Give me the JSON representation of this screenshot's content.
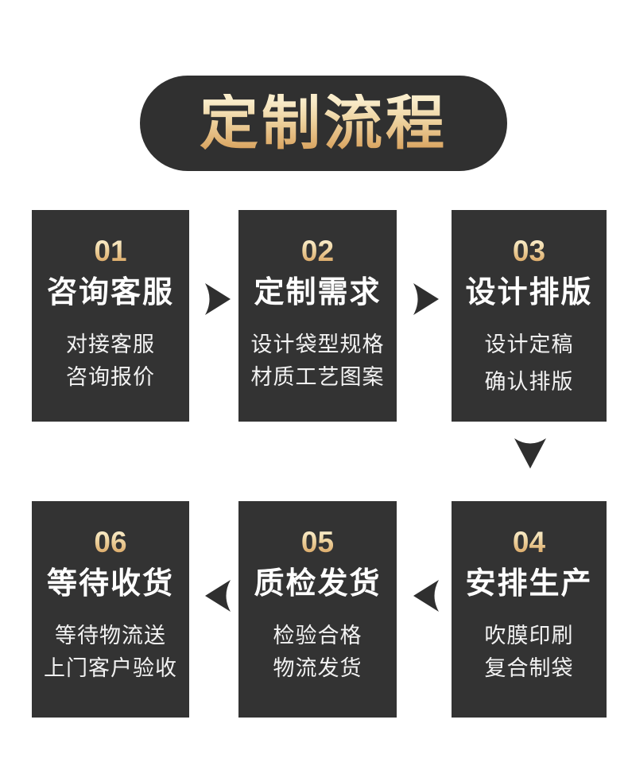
{
  "header": {
    "title": "定制流程"
  },
  "steps": [
    {
      "number": "01",
      "title": "咨询客服",
      "lines": [
        "对接客服",
        "咨询报价"
      ]
    },
    {
      "number": "02",
      "title": "定制需求",
      "lines": [
        "设计袋型规格",
        "材质工艺图案"
      ]
    },
    {
      "number": "03",
      "title": "设计排版",
      "lines": [
        "设计定稿",
        "确认排版"
      ]
    },
    {
      "number": "04",
      "title": "安排生产",
      "lines": [
        "吹膜印刷",
        "复合制袋"
      ]
    },
    {
      "number": "05",
      "title": "质检发货",
      "lines": [
        "检验合格",
        "物流发货"
      ]
    },
    {
      "number": "06",
      "title": "等待收货",
      "lines": [
        "等待物流送",
        "上门客户验收"
      ]
    }
  ],
  "flow": {
    "row1_order": [
      "01",
      "02",
      "03"
    ],
    "row2_order": [
      "06",
      "05",
      "04"
    ],
    "arrow_directions": [
      "right",
      "right",
      "down",
      "left",
      "left"
    ]
  },
  "colors": {
    "page_background": "#ffffff",
    "card_background": "#333333",
    "banner_background": "#303030",
    "gold_gradient_top": "#f9ecca",
    "gold_gradient_bottom": "#d79e58",
    "title_text": "#ffffff",
    "detail_text": "#f2f2f2",
    "arrow": "#2f2f2f"
  }
}
